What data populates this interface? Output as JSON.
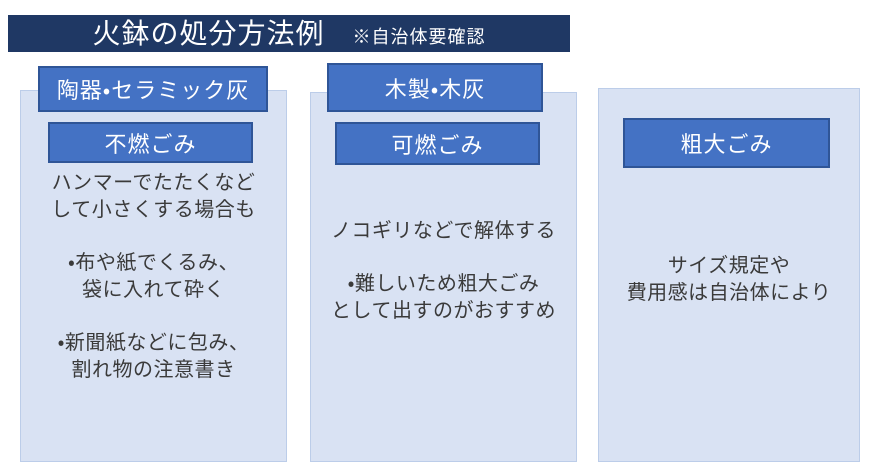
{
  "header": {
    "title": "火鉢の処分方法例",
    "note": "※自治体要確認"
  },
  "colors": {
    "header_bar": "#1F3864",
    "label_box_fill": "#4472C4",
    "label_box_border": "#2F5597",
    "column_bg": "#D9E2F3",
    "column_border": "#BCCDE9",
    "body_text": "#3A3A3A",
    "label_text": "#FFFFFF"
  },
  "columns": [
    {
      "material_label": "陶器・セラミック灰",
      "category_label": "不燃ごみ",
      "groups": [
        {
          "lines": [
            "ハンマーでたたくなど",
            "して小さくする場合も"
          ]
        },
        {
          "lines": [
            "・布や紙でくるみ、",
            "袋に入れて砕く"
          ]
        },
        {
          "lines": [
            "・新聞紙などに包み、",
            "割れ物の注意書き"
          ]
        }
      ]
    },
    {
      "material_label": "木製・木灰",
      "category_label": "可燃ごみ",
      "groups": [
        {
          "lines": [
            "ノコギリなどで解体する"
          ]
        },
        {
          "lines": [
            "・難しいため粗大ごみ",
            "として出すのがおすすめ"
          ]
        }
      ]
    },
    {
      "category_label": "粗大ごみ",
      "groups": [
        {
          "lines": [
            "サイズ規定や",
            "費用感は自治体により"
          ]
        }
      ]
    }
  ]
}
